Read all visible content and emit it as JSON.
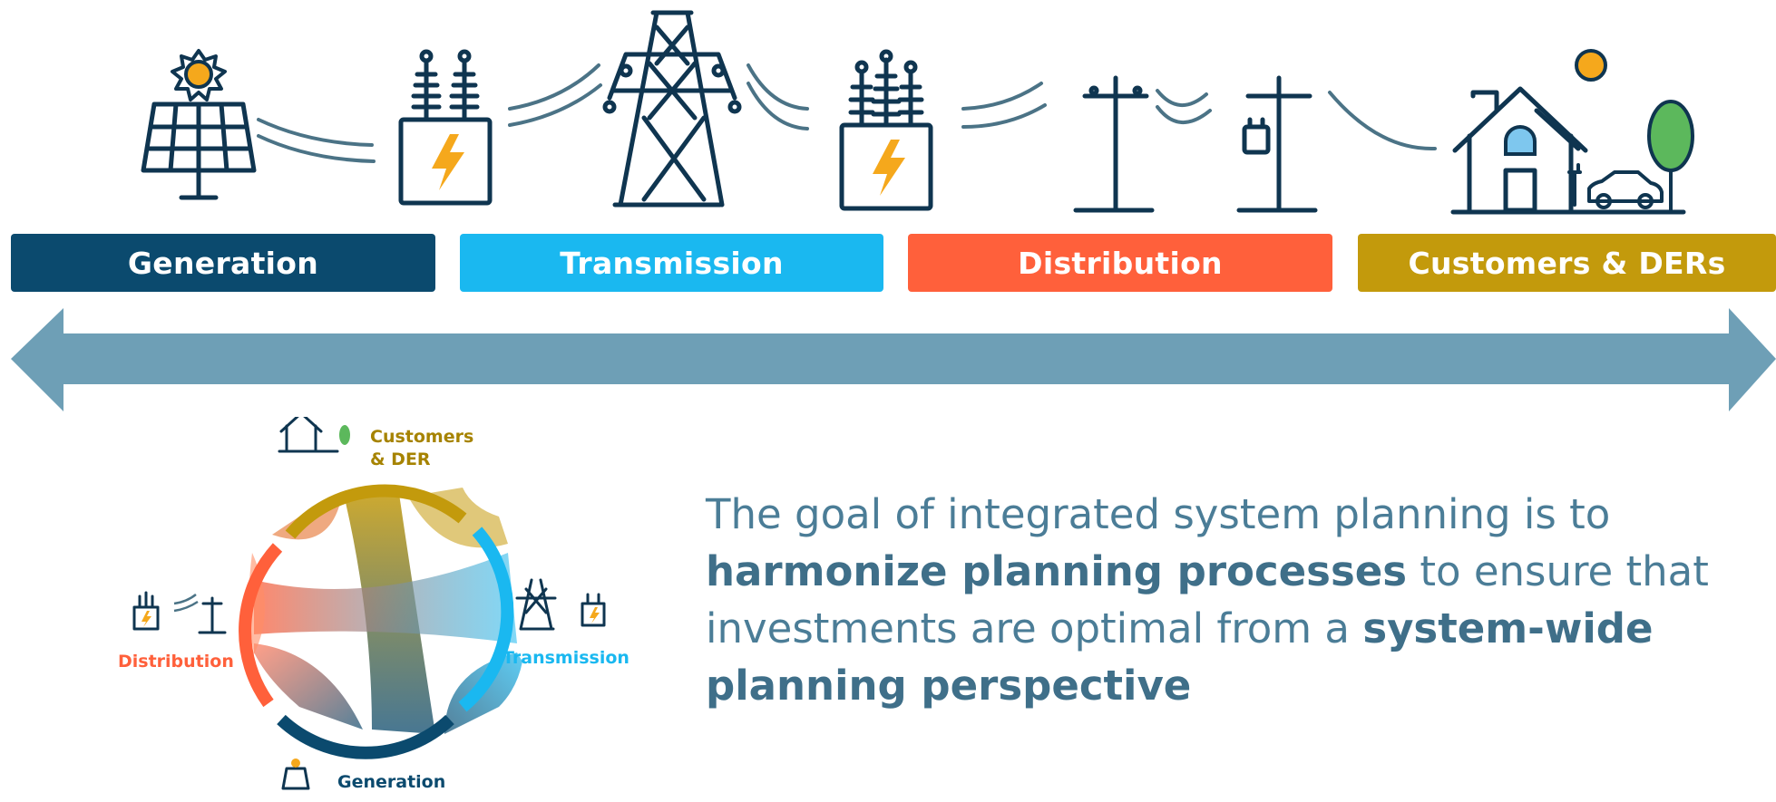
{
  "stages": [
    {
      "key": "generation",
      "label": "Generation",
      "color": "#0b4a6e"
    },
    {
      "key": "transmission",
      "label": "Transmission",
      "color": "#1ab8f0"
    },
    {
      "key": "distribution",
      "label": "Distribution",
      "color": "#ff603b"
    },
    {
      "key": "customers",
      "label": "Customers & DERs",
      "color": "#c39a0c"
    }
  ],
  "chord": {
    "customers_label": "Customers\n& DER",
    "distribution_label": "Distribution",
    "transmission_label": "Transmission",
    "generation_label": "Generation"
  },
  "goal": {
    "part1": "The goal of integrated system planning is to ",
    "bold1": "harmonize planning processes",
    "part2": " to ensure that investments are optimal from a ",
    "bold2": "system-wide planning perspective"
  },
  "colors": {
    "icon_stroke": "#0f3550",
    "sun": "#f5a81c",
    "bolt": "#f5a81c",
    "tree": "#5cb85c",
    "window": "#7ec7ee",
    "arrow": "#6e9fb6",
    "wire": "#4b7386"
  }
}
